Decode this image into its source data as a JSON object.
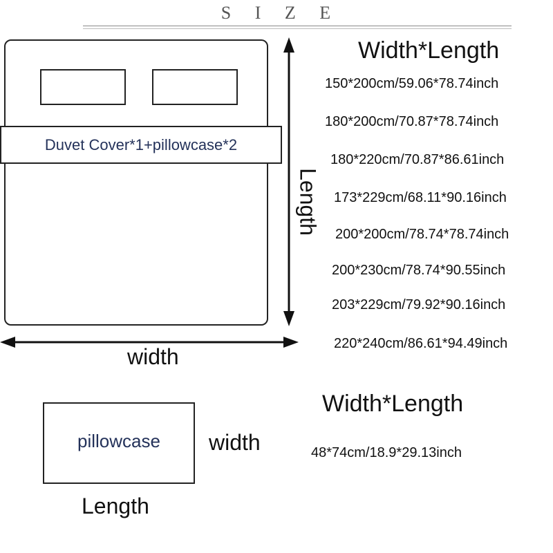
{
  "title": "S I Z E",
  "duvet": {
    "band_label": "Duvet Cover*1+pillowcase*2",
    "length_label": "Length",
    "width_label": "width"
  },
  "duvet_sizes": {
    "header": "Width*Length",
    "items": [
      "150*200cm/59.06*78.74inch",
      "180*200cm/70.87*78.74inch",
      "180*220cm/70.87*86.61inch",
      "173*229cm/68.11*90.16inch",
      "200*200cm/78.74*78.74inch",
      "200*230cm/78.74*90.55inch",
      "203*229cm/79.92*90.16inch",
      "220*240cm/86.61*94.49inch"
    ]
  },
  "pillowcase": {
    "label": "pillowcase",
    "width_label": "width",
    "length_label": "Length",
    "header": "Width*Length",
    "size": "48*74cm/18.9*29.13inch"
  },
  "colors": {
    "label_text": "#24325a",
    "outline": "#222222"
  }
}
